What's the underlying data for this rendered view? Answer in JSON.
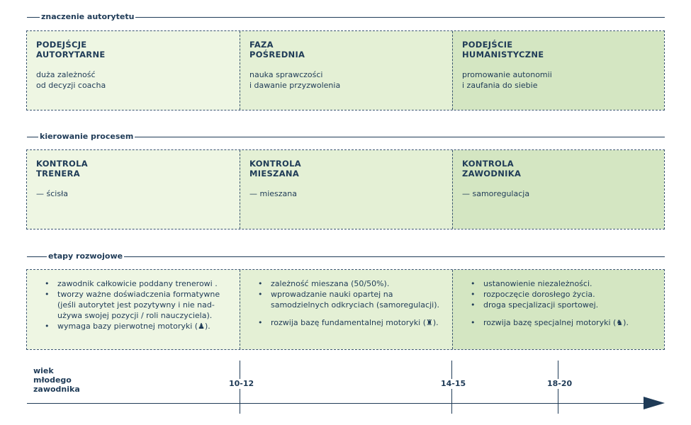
{
  "sections": [
    {
      "title": "znaczenie autorytetu",
      "cells": [
        {
          "heading": [
            "PODEJŚCJE",
            "AUTORYTARNE"
          ],
          "text": [
            "duża zależność",
            "od decyzji coacha"
          ]
        },
        {
          "heading": [
            "FAZA",
            "POŚREDNIA"
          ],
          "text": [
            "nauka sprawczości",
            "i dawanie przyzwolenia"
          ]
        },
        {
          "heading": [
            "PODEJŚCIE",
            "HUMANISTYCZNE"
          ],
          "text": [
            "promowanie autonomii",
            "i zaufania do siebie"
          ]
        }
      ]
    },
    {
      "title": "kierowanie procesem",
      "cells": [
        {
          "heading": [
            "KONTROLA",
            "TRENERA"
          ],
          "text": [
            "— ścisła"
          ]
        },
        {
          "heading": [
            "KONTROLA",
            "MIESZANA"
          ],
          "text": [
            "— mieszana"
          ]
        },
        {
          "heading": [
            "KONTROLA",
            "ZAWODNIKA"
          ],
          "text": [
            "— samoregulacja"
          ]
        }
      ]
    },
    {
      "title": "etapy rozwojowe",
      "cells": [
        {
          "bullets": [
            "zawodnik całkowicie poddany trenerowi .",
            "tworzy ważne doświadczenia formatywne",
            "wymaga bazy pierwotnej  motoryki (♟)."
          ],
          "bullet_2_continuation": [
            "(jeśli autorytet jest pozytywny i nie nad-",
            "używa swojej pozycji / roli nauczyciela)."
          ]
        },
        {
          "bullets": [
            "zależność mieszana (50/50%).",
            "wprowadzanie nauki opartej na",
            "rozwija bazę fundamentalnej  motoryki (♜)."
          ],
          "bullet_2_continuation": [
            "samodzielnych odkryciach (samoregulacji)."
          ]
        },
        {
          "bullets": [
            "ustanowienie niezależności.",
            "rozpoczęcie dorosłego życia.",
            "droga specjalizacji sportowej.",
            "rozwija bazę specjalnej motoryki (♞)."
          ]
        }
      ]
    }
  ],
  "axis": {
    "title": [
      "wiek",
      "młodego",
      "zawodnika"
    ],
    "ticks": [
      "10-12",
      "14-15",
      "18-20"
    ]
  },
  "colors": {
    "ink": "#1f3b57",
    "cell_1": "#eef6e3",
    "cell_2": "#e4f0d5",
    "cell_3": "#d4e6c2"
  }
}
